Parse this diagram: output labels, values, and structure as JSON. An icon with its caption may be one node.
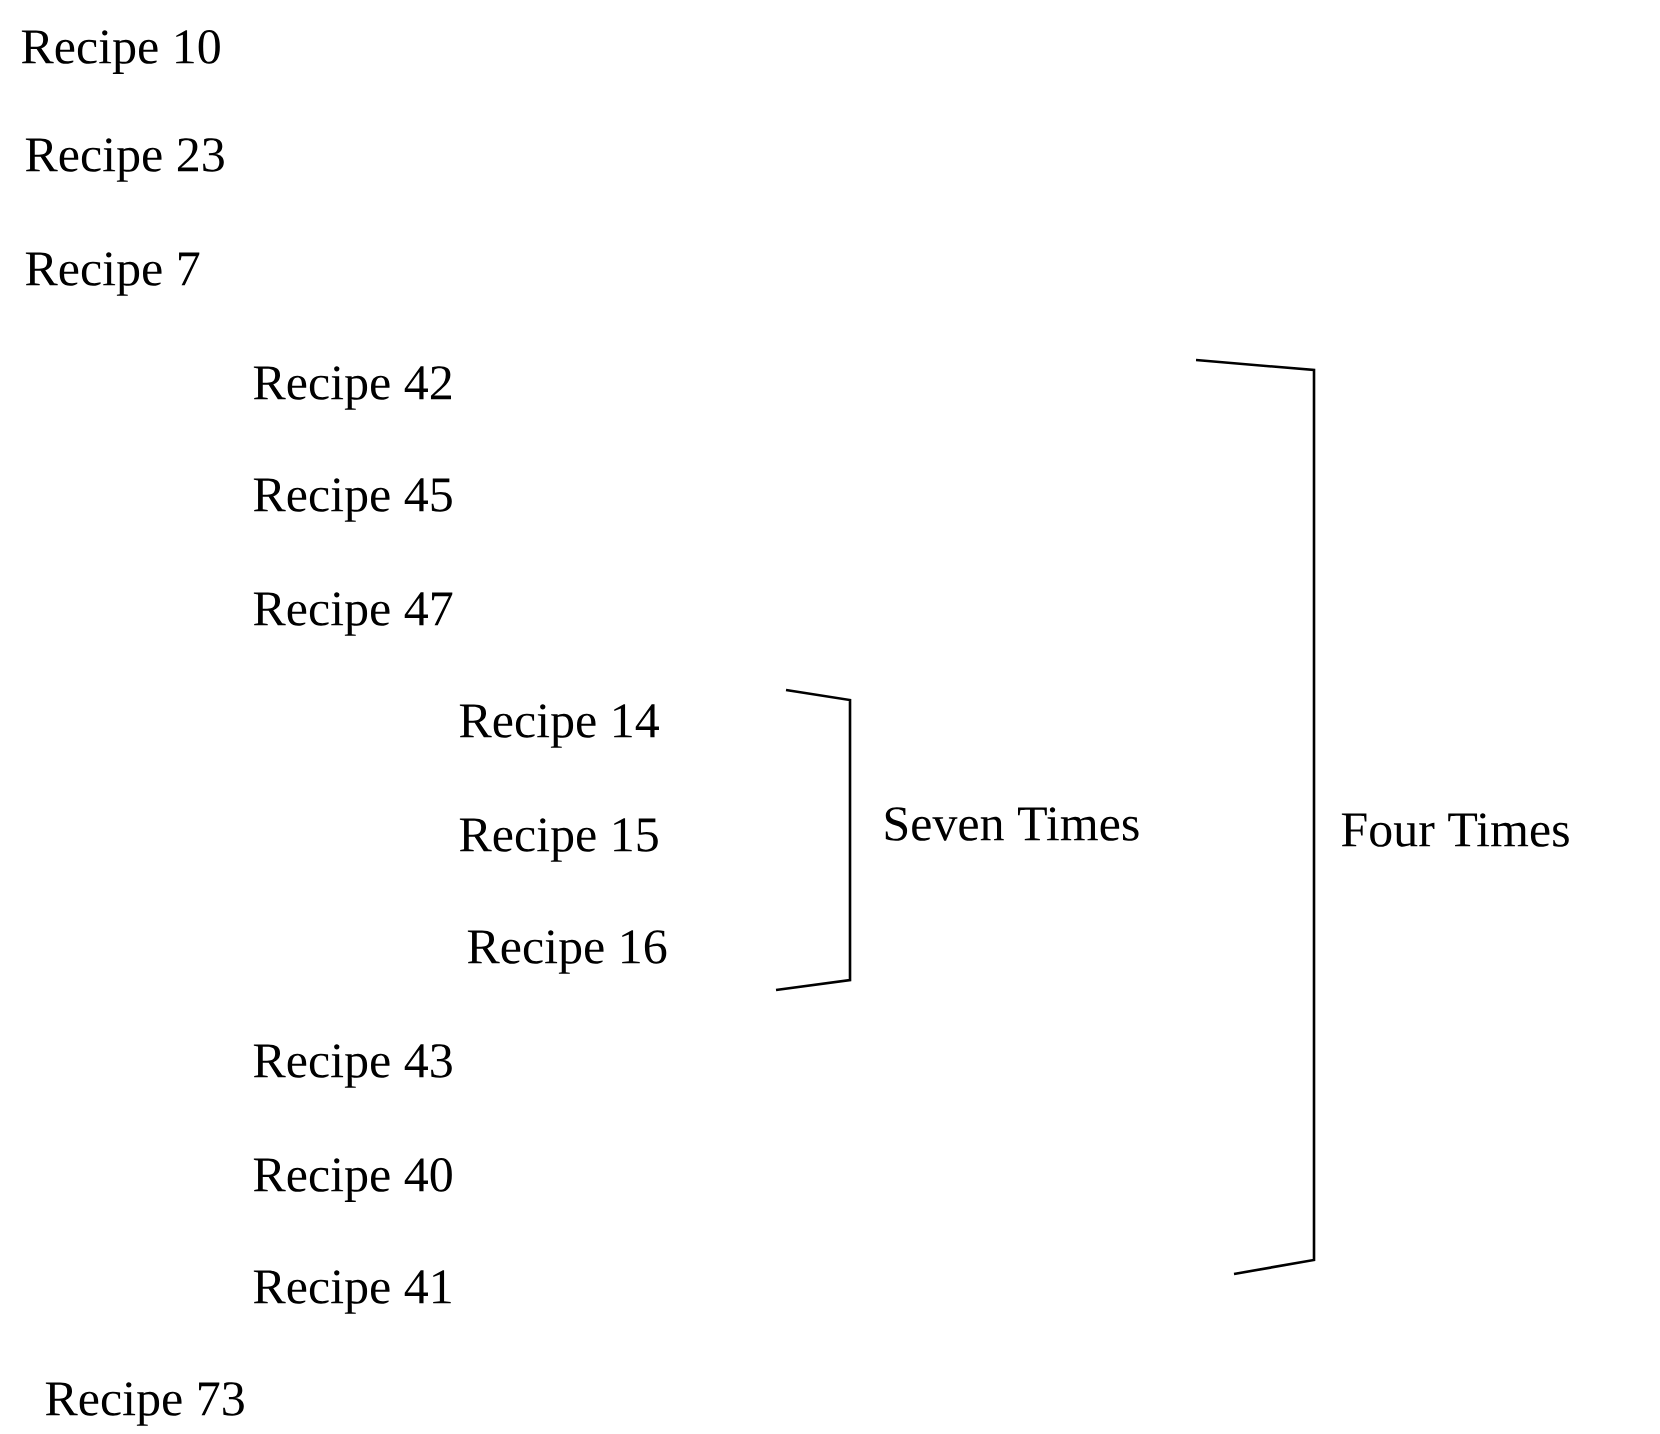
{
  "diagram": {
    "labels": [
      "Recipe 10",
      "Recipe 23",
      "Recipe 7",
      "Recipe 42",
      "Recipe 45",
      "Recipe 47",
      "Recipe 14",
      "Recipe 15",
      "Seven Times",
      "Four Times",
      "Recipe 16",
      "Recipe 43",
      "Recipe 40",
      "Recipe 41",
      "Recipe 73"
    ]
  }
}
